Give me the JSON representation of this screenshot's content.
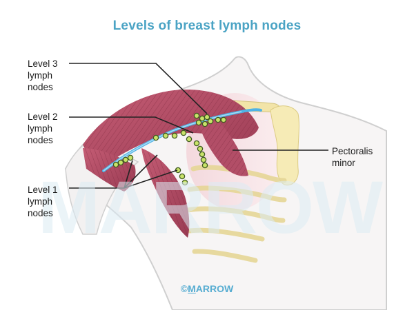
{
  "title": "Levels of breast lymph nodes",
  "labels": {
    "level3": "Level 3\nlymph\nnodes",
    "level2": "Level 2\nlymph\nnodes",
    "level1": "Level 1\nlymph\nnodes",
    "pectoralis_minor": "Pectoralis\nminor"
  },
  "watermark": "MARROW",
  "footer": {
    "copyright_symbol": "©",
    "brand_first_letter": "M",
    "brand_rest": "ARROW"
  },
  "colors": {
    "title": "#4aa3c4",
    "muscle": "#b04a62",
    "muscle_dark": "#8c3048",
    "muscle_light": "#d98a9b",
    "vessel": "#4fb3e6",
    "node": "#c9e36a",
    "node_stroke": "#3f5a20",
    "bone": "#f4e6a6",
    "skin_outline": "#c8c8c8"
  },
  "icons": {
    "lymph_node": "lymph-node-dot"
  }
}
